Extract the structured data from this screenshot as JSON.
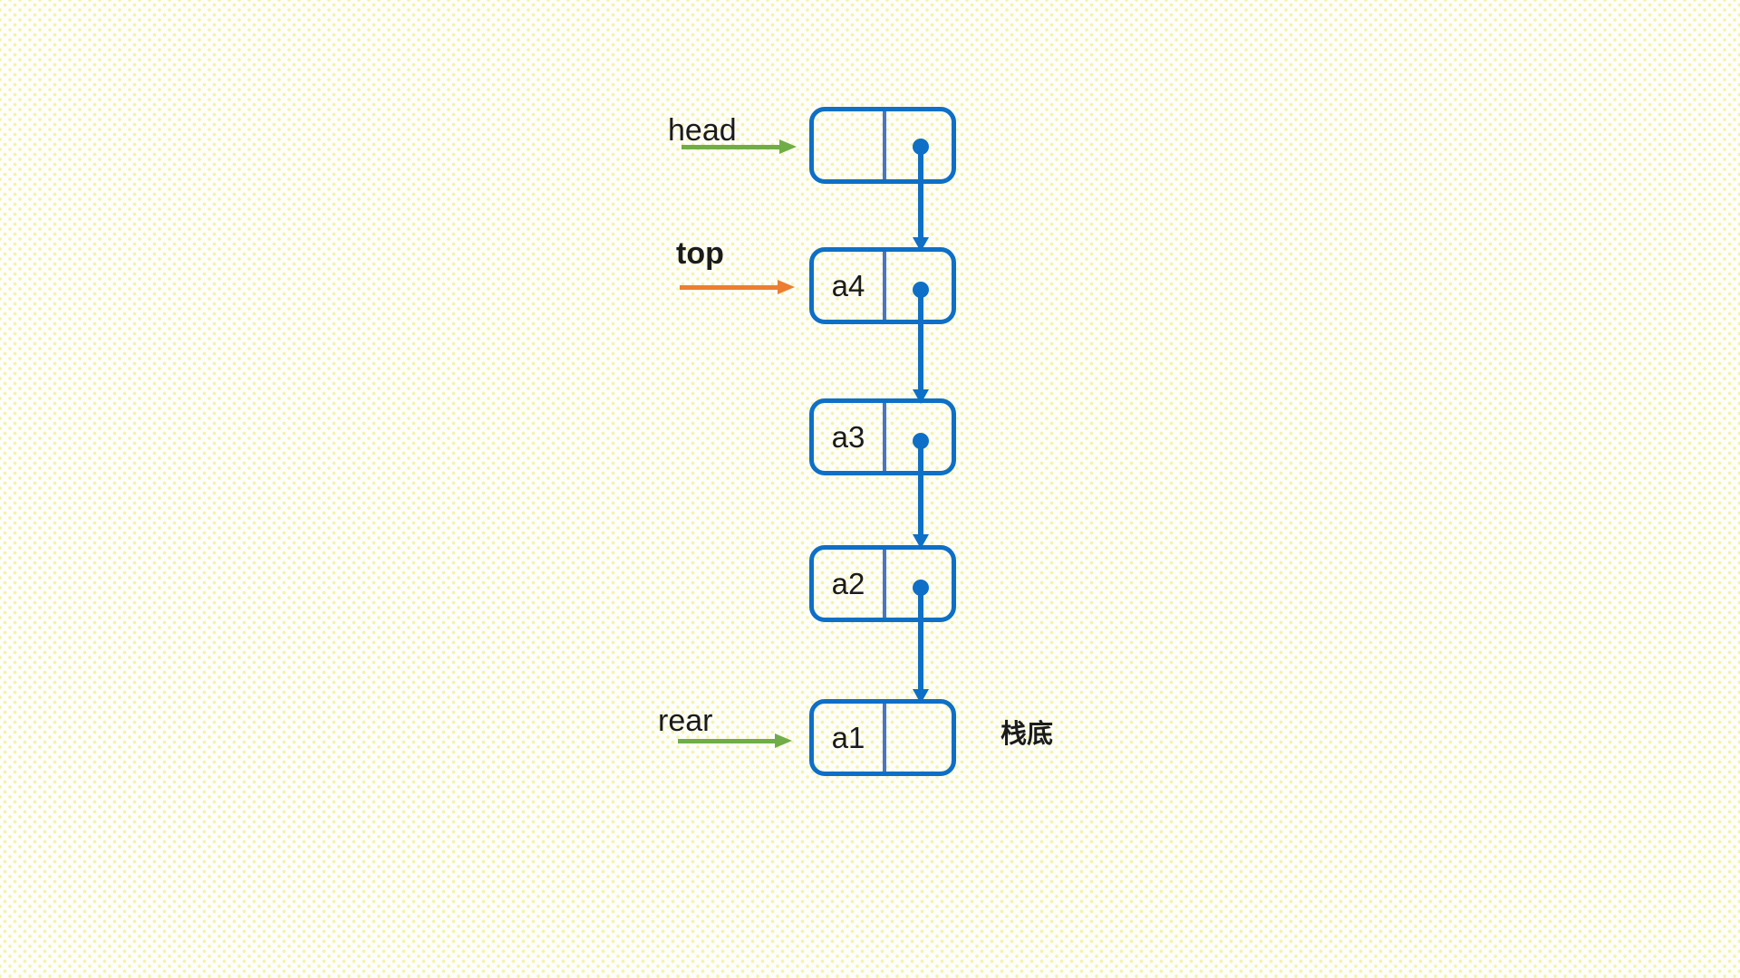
{
  "diagram": {
    "description": "Chain (linked-list) representation of a stack",
    "colors": {
      "node_border_blue": "#0e6fc6",
      "node_divider_blue": "#4a74c8",
      "next_arrow_blue": "#0e6fc6",
      "pointer_arrow_green": "#70ad47",
      "pointer_arrow_orange": "#ed7d31",
      "text": "#1b1b1b",
      "background_base": "#fdfdfa",
      "background_dots": "#f3f3a8"
    },
    "nodes": [
      {
        "id": "head-node",
        "label": "",
        "has_pointer_dot": true
      },
      {
        "id": "node-a4",
        "label": "a4",
        "has_pointer_dot": true
      },
      {
        "id": "node-a3",
        "label": "a3",
        "has_pointer_dot": true
      },
      {
        "id": "node-a2",
        "label": "a2",
        "has_pointer_dot": true
      },
      {
        "id": "node-a1",
        "label": "a1",
        "has_pointer_dot": false
      }
    ],
    "links": [
      {
        "from": "head-node",
        "to": "node-a4"
      },
      {
        "from": "node-a4",
        "to": "node-a3"
      },
      {
        "from": "node-a3",
        "to": "node-a2"
      },
      {
        "from": "node-a2",
        "to": "node-a1"
      }
    ],
    "pointers": [
      {
        "label": "head",
        "arrow_color": "#70ad47",
        "bold": false,
        "target": "head-node"
      },
      {
        "label": "top",
        "arrow_color": "#ed7d31",
        "bold": true,
        "target": "node-a4"
      },
      {
        "label": "rear",
        "arrow_color": "#70ad47",
        "bold": false,
        "target": "node-a1"
      }
    ],
    "annotations": [
      {
        "label": "栈底",
        "position": "right-of-node-a1"
      }
    ]
  }
}
